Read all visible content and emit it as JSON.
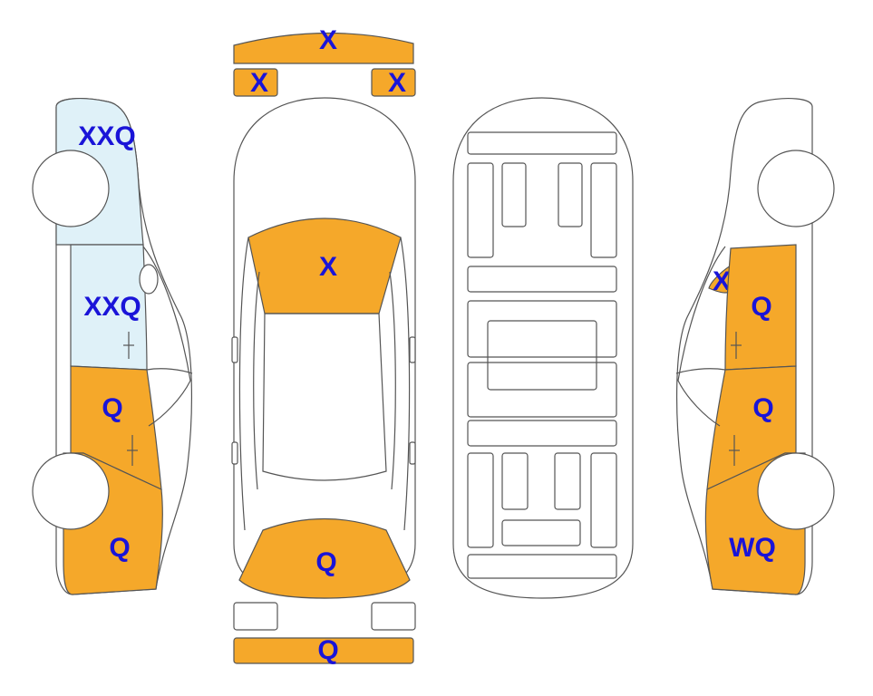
{
  "colors": {
    "damaged": "#f5a82a",
    "replaced": "#dff1f8",
    "label": "#1a14d8",
    "outline": "#555555"
  },
  "marks": {
    "front_bumper": "X",
    "headlight_left": "X",
    "headlight_right": "X",
    "hood": "X",
    "trunk_lid": "Q",
    "rear_bumper": "Q",
    "left_front_fender": "XXQ",
    "left_front_door": "XXQ",
    "left_rear_door": "Q",
    "left_rear_quarter": "Q",
    "right_front_fender_spot": "X",
    "right_front_door": "Q",
    "right_rear_door": "Q",
    "right_rear_quarter": "WQ"
  }
}
